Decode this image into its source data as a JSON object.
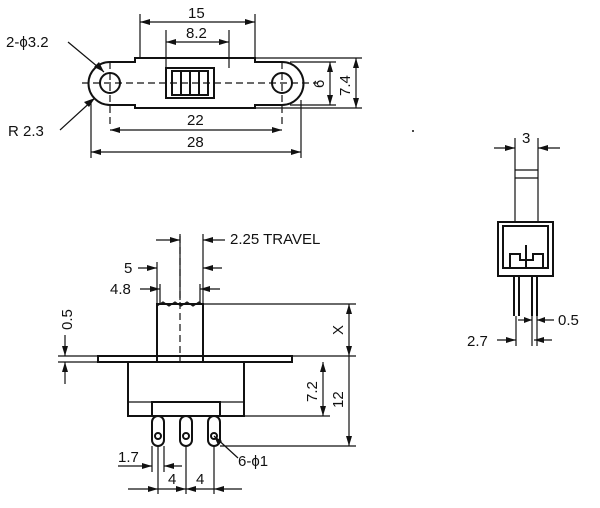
{
  "top_view": {
    "overall_length": "15",
    "slot_width": "8.2",
    "holes": "2-ϕ3.2",
    "height_inner": "6",
    "height_outer": "7.4",
    "radius": "R 2.3",
    "hole_spacing": "22",
    "total_length": "28"
  },
  "side_view": {
    "width": "3",
    "pin_width": "0.5",
    "pin_spacing": "2.7"
  },
  "front_view": {
    "travel": "2.25 TRAVEL",
    "actuator_outer": "5",
    "actuator_inner": "4.8",
    "flange_thickness": "0.5",
    "actuator_height": "X",
    "body_height": "7.2",
    "total_height": "12",
    "pins": "6-ϕ1",
    "pin_offset": "1.7",
    "pitch_left": "4",
    "pitch_right": "4"
  }
}
